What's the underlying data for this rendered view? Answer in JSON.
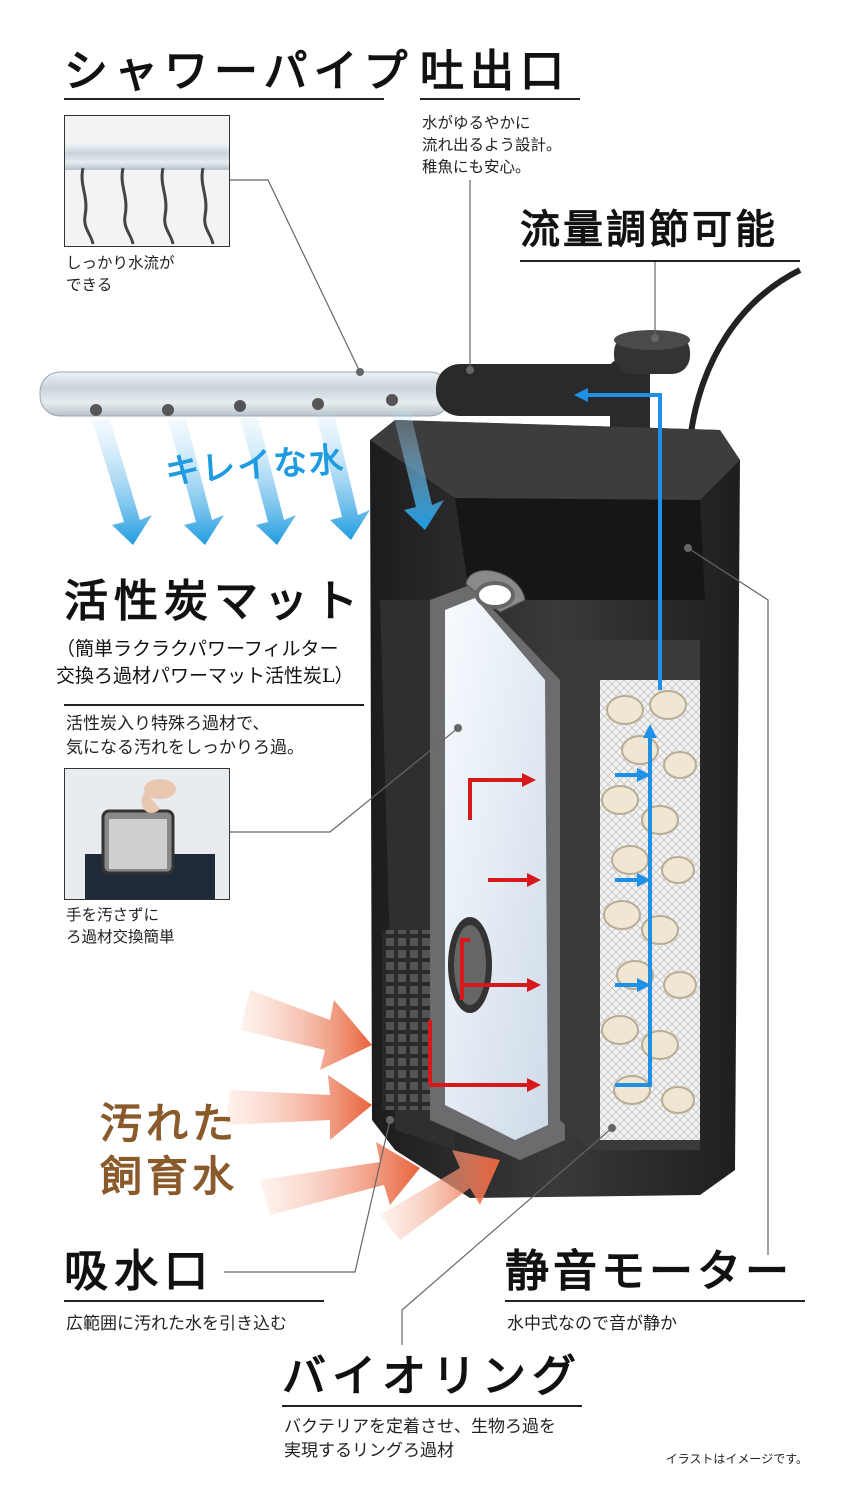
{
  "labels": {
    "shower_pipe": {
      "title": "シャワーパイプ",
      "note": [
        "しっかり水流が",
        "できる"
      ]
    },
    "outlet": {
      "title": "吐出口",
      "note": [
        "水がゆるやかに",
        "流れ出るよう設計。",
        "稚魚にも安心。"
      ]
    },
    "flow_adjust": {
      "title": "流量調節可能"
    },
    "clean_water": {
      "text": "キレイな水"
    },
    "carbon_mat": {
      "title": "活性炭マット",
      "subtitle": [
        "（簡単ラクラクパワーフィルター",
        "交換ろ過材パワーマット活性炭L）"
      ],
      "note": [
        "活性炭入り特殊ろ過材で、",
        "気になる汚れをしっかりろ過。"
      ],
      "photo_note": [
        "手を汚さずに",
        "ろ過材交換簡単"
      ]
    },
    "dirty_water": {
      "text": [
        "汚れた",
        "飼育水"
      ]
    },
    "intake": {
      "title": "吸水口",
      "note": "広範囲に汚れた水を引き込む"
    },
    "motor": {
      "title": "静音モーター",
      "note": "水中式なので音が静か"
    },
    "bioring": {
      "title": "バイオリング",
      "note": [
        "バクテリアを定着させ、生物ろ過を",
        "実現するリングろ過材"
      ]
    },
    "disclaimer": "イラストはイメージです。"
  },
  "colors": {
    "clean_arrow": "#1f9be0",
    "dirty_arrow": "#e8623a",
    "flow_red": "#d7191c",
    "flow_blue": "#1e90e6",
    "body_dark": "#2b2b2c",
    "dirty_text": "#8a5a2b"
  }
}
